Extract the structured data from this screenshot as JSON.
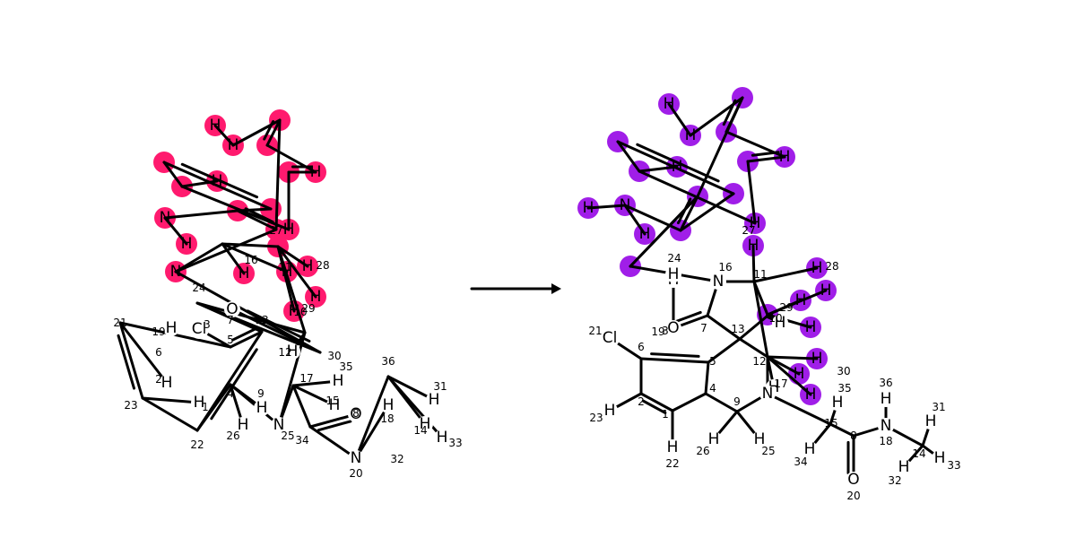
{
  "colors": {
    "background": "#ffffff",
    "bond": "#000000",
    "highlight_left": "#ff1a6e",
    "highlight_right": "#a01ee8"
  },
  "arrow": {
    "icon": "right-arrow-icon"
  },
  "molecules": [
    {
      "id": "left",
      "highlight_color": "#ff1a6e",
      "atoms": [
        {
          "sym": "H",
          "lab": ""
        },
        {
          "sym": "H",
          "lab": ""
        },
        {
          "sym": "",
          "lab": ""
        },
        {
          "sym": "",
          "lab": ""
        },
        {
          "sym": "H",
          "lab": ""
        },
        {
          "sym": "",
          "lab": ""
        },
        {
          "sym": "H",
          "lab": ""
        },
        {
          "sym": "",
          "lab": ""
        },
        {
          "sym": "",
          "lab": ""
        },
        {
          "sym": "",
          "lab": ""
        },
        {
          "sym": "H",
          "lab": "27"
        },
        {
          "sym": "",
          "lab": ""
        },
        {
          "sym": "",
          "lab": ""
        },
        {
          "sym": "N",
          "lab": ""
        },
        {
          "sym": "H",
          "lab": ""
        },
        {
          "sym": "N",
          "lab": "16"
        },
        {
          "sym": "",
          "lab": "11"
        },
        {
          "sym": "H",
          "lab": "28"
        },
        {
          "sym": "H",
          "lab": ""
        },
        {
          "sym": "",
          "lab": "10"
        },
        {
          "sym": "H",
          "lab": "29"
        },
        {
          "sym": "H",
          "lab": ""
        },
        {
          "sym": "H",
          "lab": ""
        },
        {
          "sym": "",
          "lab": "12"
        },
        {
          "sym": "H",
          "lab": "30"
        },
        {
          "sym": "",
          "lab": "7"
        },
        {
          "sym": "O",
          "lab": "3"
        },
        {
          "sym": "H",
          "lab": "24"
        },
        {
          "sym": "",
          "lab": "13"
        },
        {
          "sym": "",
          "lab": "5"
        },
        {
          "sym": "",
          "lab": "6"
        },
        {
          "sym": "Cl",
          "lab": "19"
        },
        {
          "sym": "",
          "lab": "21"
        },
        {
          "sym": "",
          "lab": "2"
        },
        {
          "sym": "H",
          "lab": "23"
        },
        {
          "sym": "",
          "lab": "1"
        },
        {
          "sym": "H",
          "lab": "22"
        },
        {
          "sym": "",
          "lab": "4"
        },
        {
          "sym": "",
          "lab": "9"
        },
        {
          "sym": "H",
          "lab": "26"
        },
        {
          "sym": "H",
          "lab": "25"
        },
        {
          "sym": "N",
          "lab": "17"
        },
        {
          "sym": "",
          "lab": "15"
        },
        {
          "sym": "H",
          "lab": "35"
        },
        {
          "sym": "H",
          "lab": "34"
        },
        {
          "sym": "",
          "lab": "8"
        },
        {
          "sym": "O",
          "lab": "20"
        },
        {
          "sym": "N",
          "lab": "18"
        },
        {
          "sym": "H",
          "lab": "36"
        },
        {
          "sym": "",
          "lab": "14"
        },
        {
          "sym": "H",
          "lab": "31"
        },
        {
          "sym": "H",
          "lab": "33"
        },
        {
          "sym": "H",
          "lab": "32"
        }
      ],
      "bonds": [
        [
          1,
          2,
          1
        ],
        [
          2,
          3,
          1
        ],
        [
          3,
          4,
          2
        ],
        [
          4,
          5,
          1
        ],
        [
          5,
          6,
          2
        ],
        [
          6,
          7,
          1
        ],
        [
          8,
          9,
          2
        ],
        [
          9,
          10,
          1
        ],
        [
          10,
          11,
          1
        ],
        [
          3,
          12,
          1
        ],
        [
          12,
          13,
          2
        ],
        [
          13,
          14,
          1
        ],
        [
          14,
          15,
          1
        ],
        [
          8,
          13,
          1
        ],
        [
          7,
          10,
          1
        ],
        [
          12,
          16,
          1
        ],
        [
          16,
          17,
          1
        ],
        [
          17,
          18,
          1
        ],
        [
          17,
          19,
          1
        ],
        [
          17,
          20,
          1
        ],
        [
          20,
          21,
          1
        ],
        [
          20,
          22,
          1
        ],
        [
          20,
          23,
          1
        ],
        [
          20,
          24,
          1
        ],
        [
          24,
          25,
          1
        ],
        [
          16,
          26,
          1
        ],
        [
          26,
          27,
          2
        ],
        [
          26,
          29,
          1
        ],
        [
          29,
          24,
          1
        ],
        [
          29,
          30,
          1
        ],
        [
          30,
          31,
          2
        ],
        [
          31,
          32,
          1
        ],
        [
          31,
          34,
          1
        ],
        [
          34,
          35,
          1
        ],
        [
          34,
          36,
          2
        ],
        [
          36,
          37,
          1
        ],
        [
          36,
          38,
          1
        ],
        [
          38,
          30,
          2
        ],
        [
          38,
          39,
          1
        ],
        [
          39,
          40,
          1
        ],
        [
          39,
          41,
          1
        ],
        [
          39,
          42,
          1
        ],
        [
          42,
          24,
          1
        ],
        [
          42,
          43,
          1
        ],
        [
          43,
          44,
          1
        ],
        [
          43,
          45,
          1
        ],
        [
          43,
          46,
          1
        ],
        [
          46,
          47,
          2
        ],
        [
          46,
          48,
          1
        ],
        [
          48,
          49,
          1
        ],
        [
          48,
          50,
          1
        ],
        [
          50,
          51,
          1
        ],
        [
          50,
          52,
          1
        ],
        [
          50,
          53,
          1
        ]
      ]
    },
    {
      "id": "right",
      "highlight_color": "#a01ee8",
      "atoms": [
        {
          "sym": "H",
          "lab": ""
        },
        {
          "sym": "H",
          "lab": ""
        },
        {
          "sym": "",
          "lab": ""
        },
        {
          "sym": "",
          "lab": ""
        },
        {
          "sym": "H",
          "lab": ""
        },
        {
          "sym": "",
          "lab": ""
        },
        {
          "sym": "H",
          "lab": ""
        },
        {
          "sym": "",
          "lab": ""
        },
        {
          "sym": "",
          "lab": ""
        },
        {
          "sym": "",
          "lab": ""
        },
        {
          "sym": "H",
          "lab": "27"
        },
        {
          "sym": "",
          "lab": ""
        },
        {
          "sym": "",
          "lab": ""
        },
        {
          "sym": "N",
          "lab": ""
        },
        {
          "sym": "H",
          "lab": ""
        },
        {
          "sym": "H",
          "lab": ""
        },
        {
          "sym": "",
          "lab": ""
        },
        {
          "sym": "H",
          "lab": ""
        },
        {
          "sym": "N",
          "lab": "16"
        },
        {
          "sym": "",
          "lab": "11"
        },
        {
          "sym": "H",
          "lab": "28"
        },
        {
          "sym": "H",
          "lab": ""
        },
        {
          "sym": "",
          "lab": "29"
        },
        {
          "sym": "H",
          "lab": ""
        },
        {
          "sym": "H",
          "lab": ""
        },
        {
          "sym": "H",
          "lab": ""
        },
        {
          "sym": "",
          "lab": "10"
        },
        {
          "sym": "H",
          "lab": ""
        },
        {
          "sym": "",
          "lab": "12"
        },
        {
          "sym": "H",
          "lab": "30"
        },
        {
          "sym": "H",
          "lab": ""
        },
        {
          "sym": "H",
          "lab": ""
        },
        {
          "sym": "H",
          "lab": ""
        },
        {
          "sym": "",
          "lab": "7"
        },
        {
          "sym": "O",
          "lab": "3"
        },
        {
          "sym": "H",
          "lab": "24"
        },
        {
          "sym": "",
          "lab": "13"
        },
        {
          "sym": "",
          "lab": "5"
        },
        {
          "sym": "",
          "lab": "6"
        },
        {
          "sym": "Cl",
          "lab": "19"
        },
        {
          "sym": "",
          "lab": "21"
        },
        {
          "sym": "",
          "lab": "2"
        },
        {
          "sym": "H",
          "lab": "23"
        },
        {
          "sym": "",
          "lab": "1"
        },
        {
          "sym": "H",
          "lab": "22"
        },
        {
          "sym": "",
          "lab": "4"
        },
        {
          "sym": "",
          "lab": "9"
        },
        {
          "sym": "H",
          "lab": "26"
        },
        {
          "sym": "H",
          "lab": "25"
        },
        {
          "sym": "N",
          "lab": "17"
        },
        {
          "sym": "",
          "lab": "15"
        },
        {
          "sym": "H",
          "lab": "35"
        },
        {
          "sym": "H",
          "lab": "34"
        },
        {
          "sym": "",
          "lab": "8"
        },
        {
          "sym": "O",
          "lab": "20"
        },
        {
          "sym": "N",
          "lab": "18"
        },
        {
          "sym": "H",
          "lab": "36"
        },
        {
          "sym": "",
          "lab": "14"
        },
        {
          "sym": "H",
          "lab": "31"
        },
        {
          "sym": "H",
          "lab": "33"
        },
        {
          "sym": "H",
          "lab": "32"
        }
      ],
      "bonds": [
        [
          1,
          2,
          1
        ],
        [
          2,
          3,
          1
        ],
        [
          3,
          4,
          2
        ],
        [
          4,
          5,
          1
        ],
        [
          5,
          6,
          2
        ],
        [
          6,
          7,
          1
        ],
        [
          8,
          9,
          2
        ],
        [
          9,
          10,
          1
        ],
        [
          10,
          11,
          1
        ],
        [
          3,
          12,
          1
        ],
        [
          12,
          13,
          2
        ],
        [
          13,
          14,
          1
        ],
        [
          14,
          15,
          1
        ],
        [
          8,
          13,
          1
        ],
        [
          7,
          10,
          1
        ],
        [
          14,
          16,
          1
        ],
        [
          12,
          17,
          1
        ],
        [
          12,
          17,
          1
        ],
        [
          17,
          19,
          1
        ],
        [
          19,
          20,
          1
        ],
        [
          20,
          21,
          1
        ],
        [
          20,
          22,
          1
        ],
        [
          20,
          23,
          1
        ],
        [
          23,
          24,
          1
        ],
        [
          23,
          25,
          1
        ],
        [
          23,
          26,
          1
        ],
        [
          23,
          27,
          1
        ],
        [
          27,
          28,
          1
        ],
        [
          20,
          29,
          1
        ],
        [
          29,
          30,
          1
        ],
        [
          29,
          31,
          1
        ],
        [
          29,
          32,
          1
        ],
        [
          29,
          33,
          1
        ],
        [
          19,
          34,
          1
        ],
        [
          34,
          35,
          2
        ],
        [
          34,
          37,
          1
        ],
        [
          37,
          27,
          1
        ],
        [
          37,
          29,
          1
        ],
        [
          37,
          38,
          1
        ],
        [
          38,
          39,
          2
        ],
        [
          39,
          40,
          1
        ],
        [
          39,
          42,
          1
        ],
        [
          42,
          43,
          1
        ],
        [
          42,
          44,
          2
        ],
        [
          44,
          45,
          1
        ],
        [
          44,
          46,
          1
        ],
        [
          46,
          38,
          1
        ],
        [
          46,
          47,
          1
        ],
        [
          47,
          48,
          1
        ],
        [
          47,
          49,
          1
        ],
        [
          47,
          50,
          1
        ],
        [
          50,
          29,
          1
        ],
        [
          50,
          51,
          1
        ],
        [
          51,
          52,
          1
        ],
        [
          51,
          53,
          1
        ],
        [
          51,
          54,
          1
        ],
        [
          54,
          55,
          2
        ],
        [
          54,
          56,
          1
        ],
        [
          56,
          57,
          1
        ],
        [
          56,
          58,
          1
        ],
        [
          58,
          59,
          1
        ],
        [
          58,
          60,
          1
        ],
        [
          58,
          61,
          1
        ],
        [
          35,
          36,
          1
        ]
      ]
    }
  ]
}
